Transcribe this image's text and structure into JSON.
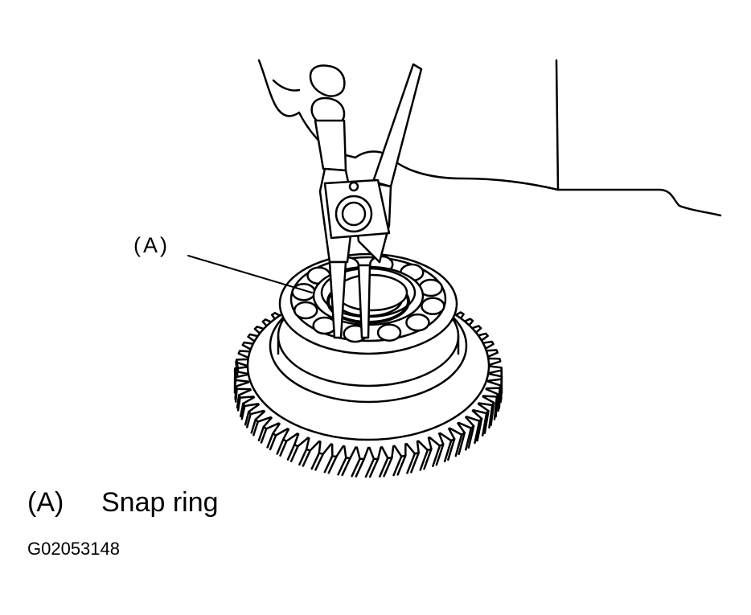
{
  "callout": {
    "label": "(A)"
  },
  "legend": [
    {
      "key": "(A)",
      "text": "Snap ring"
    }
  ],
  "figure_id": "G02053148"
}
